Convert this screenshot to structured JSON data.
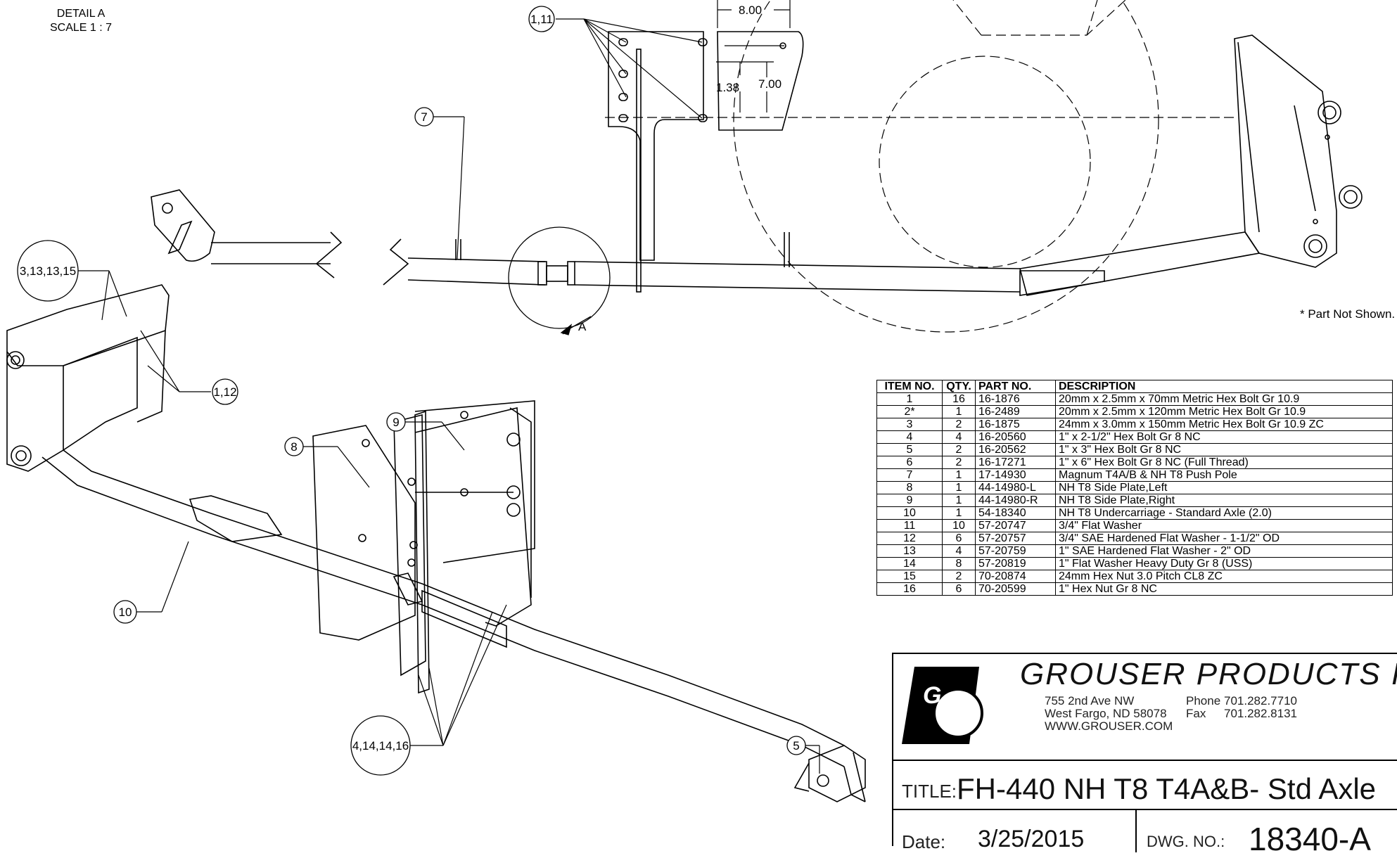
{
  "detail": {
    "name": "DETAIL A",
    "scale": "SCALE 1 : 7"
  },
  "note": "* Part Not Shown.",
  "dimensions": {
    "width": "8.00",
    "h1": "1.38",
    "h2": "7.00"
  },
  "section_marker": "A",
  "balloons": {
    "b1": "1,11",
    "b2": "7",
    "b3": "3,13,13,15",
    "b4": "1,12",
    "b5": "9",
    "b6": "8",
    "b7": "10",
    "b8": "4,14,14,16",
    "b9": "5"
  },
  "bom": {
    "headers": [
      "ITEM NO.",
      "QTY.",
      "PART NO.",
      "DESCRIPTION"
    ],
    "rows": [
      [
        "1",
        "16",
        "16-1876",
        "20mm x 2.5mm x 70mm  Metric Hex Bolt Gr 10.9"
      ],
      [
        "2*",
        "1",
        "16-2489",
        "20mm x 2.5mm x 120mm  Metric Hex Bolt Gr 10.9"
      ],
      [
        "3",
        "2",
        "16-1875",
        "24mm x 3.0mm x 150mm  Metric Hex Bolt Gr 10.9  ZC"
      ],
      [
        "4",
        "4",
        "16-20560",
        "1\" x 2-1/2\" Hex Bolt Gr 8 NC"
      ],
      [
        "5",
        "2",
        "16-20562",
        "1\" x 3\" Hex Bolt Gr 8 NC"
      ],
      [
        "6",
        "2",
        "16-17271",
        "1\" x 6\" Hex Bolt Gr 8 NC (Full Thread)"
      ],
      [
        "7",
        "1",
        "17-14930",
        "Magnum T4A/B & NH T8 Push Pole"
      ],
      [
        "8",
        "1",
        "44-14980-L",
        "NH T8 Side Plate,Left"
      ],
      [
        "9",
        "1",
        "44-14980-R",
        "NH T8 Side Plate,Right"
      ],
      [
        "10",
        "1",
        "54-18340",
        "NH T8 Undercarriage - Standard Axle (2.0)"
      ],
      [
        "11",
        "10",
        "57-20747",
        "3/4\" Flat Washer"
      ],
      [
        "12",
        "6",
        "57-20757",
        "3/4\" SAE Hardened Flat Washer - 1-1/2\" OD"
      ],
      [
        "13",
        "4",
        "57-20759",
        "1\" SAE Hardened Flat Washer - 2\" OD"
      ],
      [
        "14",
        "8",
        "57-20819",
        "1\" Flat Washer Heavy Duty Gr 8 (USS)"
      ],
      [
        "15",
        "2",
        "70-20874",
        "24mm Hex Nut 3.0 Pitch  CL8 ZC"
      ],
      [
        "16",
        "6",
        "70-20599",
        "1\" Hex Nut Gr 8 NC"
      ]
    ]
  },
  "company": {
    "logo_letter": "G",
    "name": "GROUSER PRODUCTS INC.",
    "address1": "755  2nd Ave NW",
    "address2": "West Fargo, ND  58078",
    "web": "WWW.GROUSER.COM",
    "phone_label": "Phone",
    "phone": "701.282.7710",
    "fax_label": "Fax",
    "fax": "701.282.8131"
  },
  "title_block": {
    "title_label": "TITLE:",
    "title": "FH-440 NH T8 T4A&B- Std Axle",
    "date_label": "Date:",
    "date": "3/25/2015",
    "dwg_label": "DWG. NO.:",
    "dwg_no": "18340-A"
  }
}
